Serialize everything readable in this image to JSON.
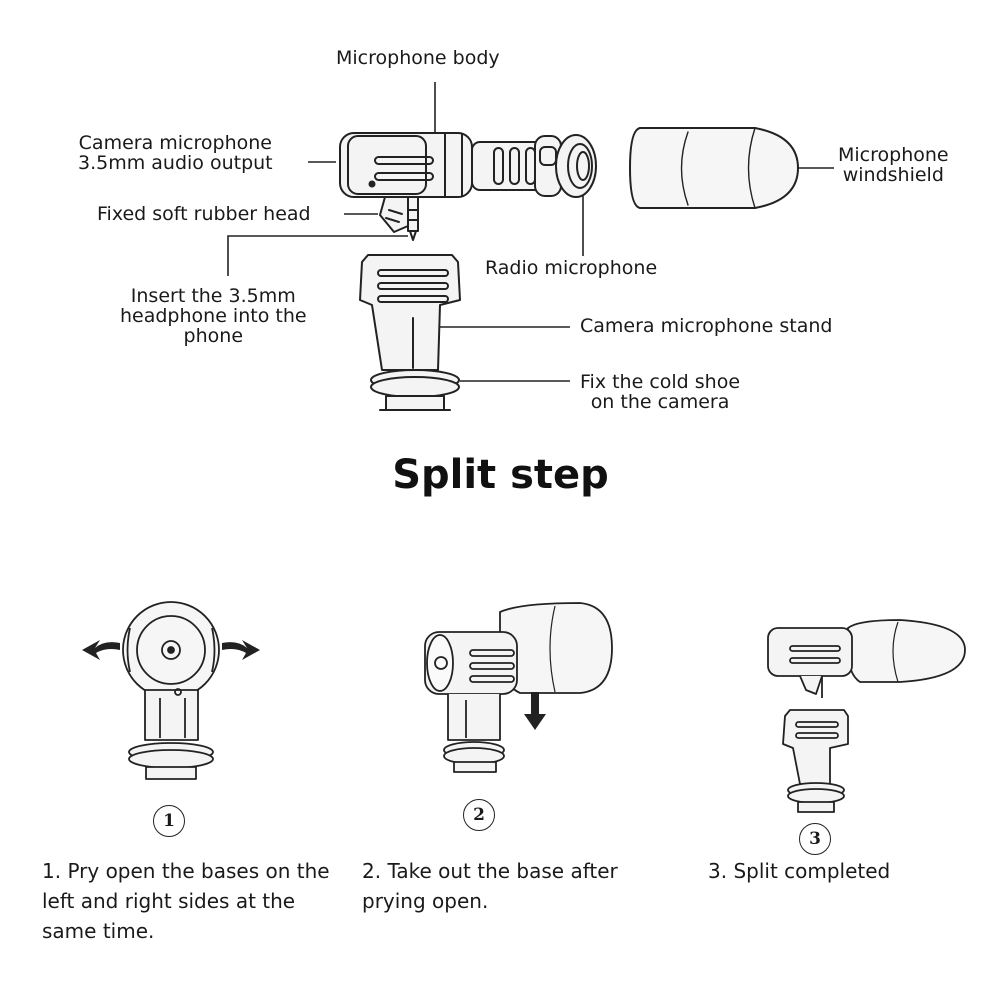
{
  "labels": {
    "body": "Microphone body",
    "output": "Camera microphone\n3.5mm audio output",
    "rubber": "Fixed soft rubber head",
    "insert": "Insert the 3.5mm\nheadphone into the\nphone",
    "windshield": "Microphone\nwindshield",
    "radio": "Radio microphone",
    "stand": "Camera microphone stand",
    "coldshoe": "Fix the cold shoe\non the camera"
  },
  "heading": "Split step",
  "steps": [
    {
      "number": "1",
      "text": "1. Pry open the bases on the left and right sides at the same time."
    },
    {
      "number": "2",
      "text": "2. Take out the base after prying open."
    },
    {
      "number": "3",
      "text": "3. Split completed"
    }
  ]
}
